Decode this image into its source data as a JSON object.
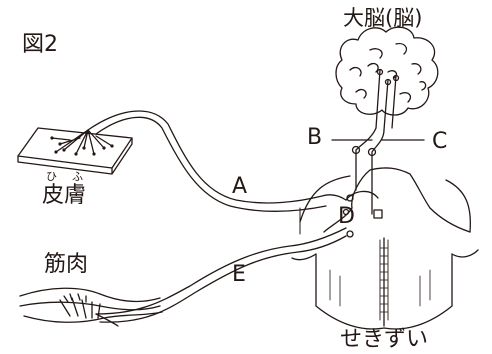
{
  "figure": {
    "title": "図2",
    "labels": {
      "brain": "大脳(脳)",
      "spinal_cord": "せきずい",
      "skin": "皮膚",
      "skin_ruby": [
        "ひ",
        "ふ"
      ],
      "muscle": "筋肉"
    },
    "nerve_letters": [
      "A",
      "B",
      "C",
      "D",
      "E"
    ]
  },
  "colors": {
    "line": "#231815",
    "background": "#ffffff"
  }
}
